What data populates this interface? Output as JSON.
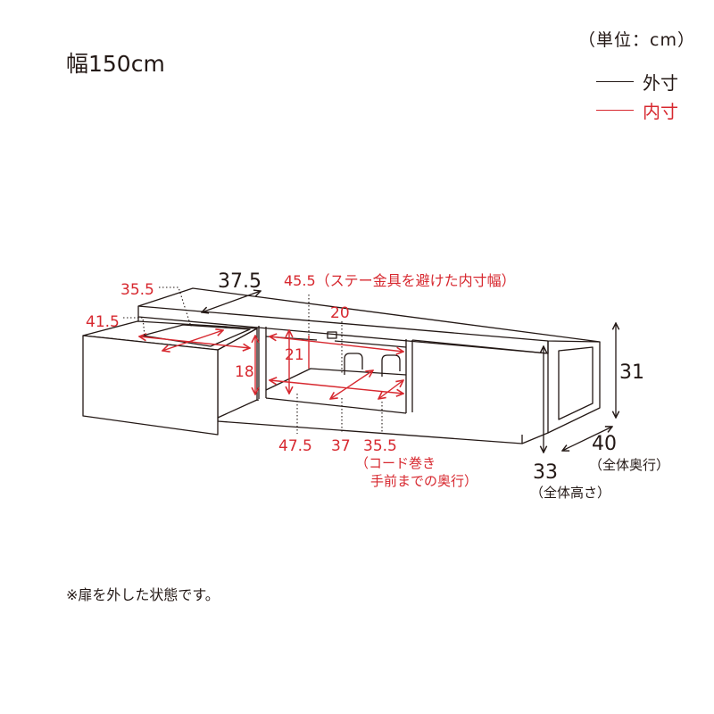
{
  "title": "幅150cm",
  "unit_label": "（単位：cm）",
  "legend": {
    "outer": "外寸",
    "inner": "内寸",
    "outer_color": "#231815",
    "inner_color": "#d7282f"
  },
  "dimensions": {
    "drawer_depth": "35.5",
    "drawer_width": "41.5",
    "top_depth": "37.5",
    "center_width_note": "45.5（ステー金具を避けた内寸幅）",
    "center_height_upper": "20",
    "center_height": "21",
    "drawer_height": "18",
    "center_width": "47.5",
    "center_depth": "37",
    "cord_depth": "35.5",
    "cord_note_line1": "（コード巻き",
    "cord_note_line2": "手前までの奥行）",
    "side_height": "31",
    "total_depth": "40",
    "total_depth_label": "（全体奥行）",
    "total_height": "33",
    "total_height_label": "（全体高さ）"
  },
  "note": "※扉を外した状態です。"
}
